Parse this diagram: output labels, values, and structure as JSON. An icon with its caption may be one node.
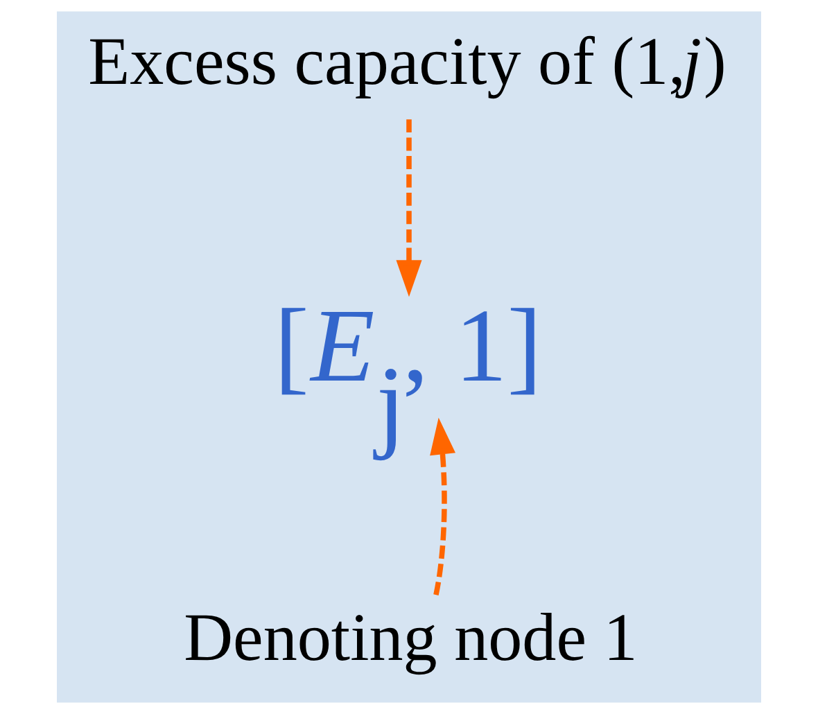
{
  "diagram": {
    "nodes": [
      {
        "text": [
          "Excess capacity of (1,*j*)"
        ]
      },
      {
        "text": [
          "[*E*$_{j}$, 1]"
        ]
      },
      {
        "text": [
          "Denoting node 1"
        ]
      }
    ],
    "edges": [
      {
        "from": 0,
        "to": 1,
        "arrow": "to",
        "style": "dashed",
        "color": "#ff6600"
      },
      {
        "from": 2,
        "to": 1,
        "arrow": "to",
        "style": "dashed",
        "color": "#ff6600"
      }
    ]
  }
}
